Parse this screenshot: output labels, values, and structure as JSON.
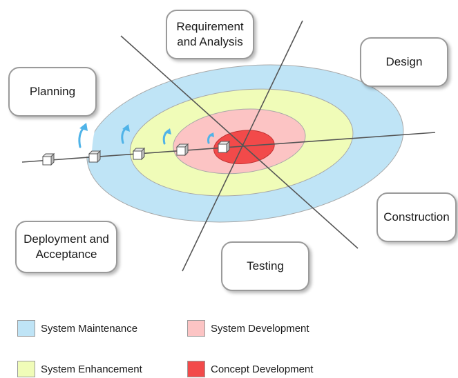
{
  "phases": {
    "planning": "Planning",
    "requirement": "Requirement\nand Analysis",
    "design": "Design",
    "construction": "Construction",
    "testing": "Testing",
    "deployment": "Deployment and\nAcceptance"
  },
  "legend": {
    "maintenance": {
      "label": "System Maintenance",
      "color": "#bfe4f6"
    },
    "development": {
      "label": "System Development",
      "color": "#fcc4c4"
    },
    "enhancement": {
      "label": "System Enhancement",
      "color": "#f0fcb8"
    },
    "concept": {
      "label": "Concept Development",
      "color": "#f24a4a"
    }
  },
  "colors": {
    "arrow": "#4fb3e8",
    "axis": "#555555",
    "ring_border": "#a8a8a8"
  }
}
